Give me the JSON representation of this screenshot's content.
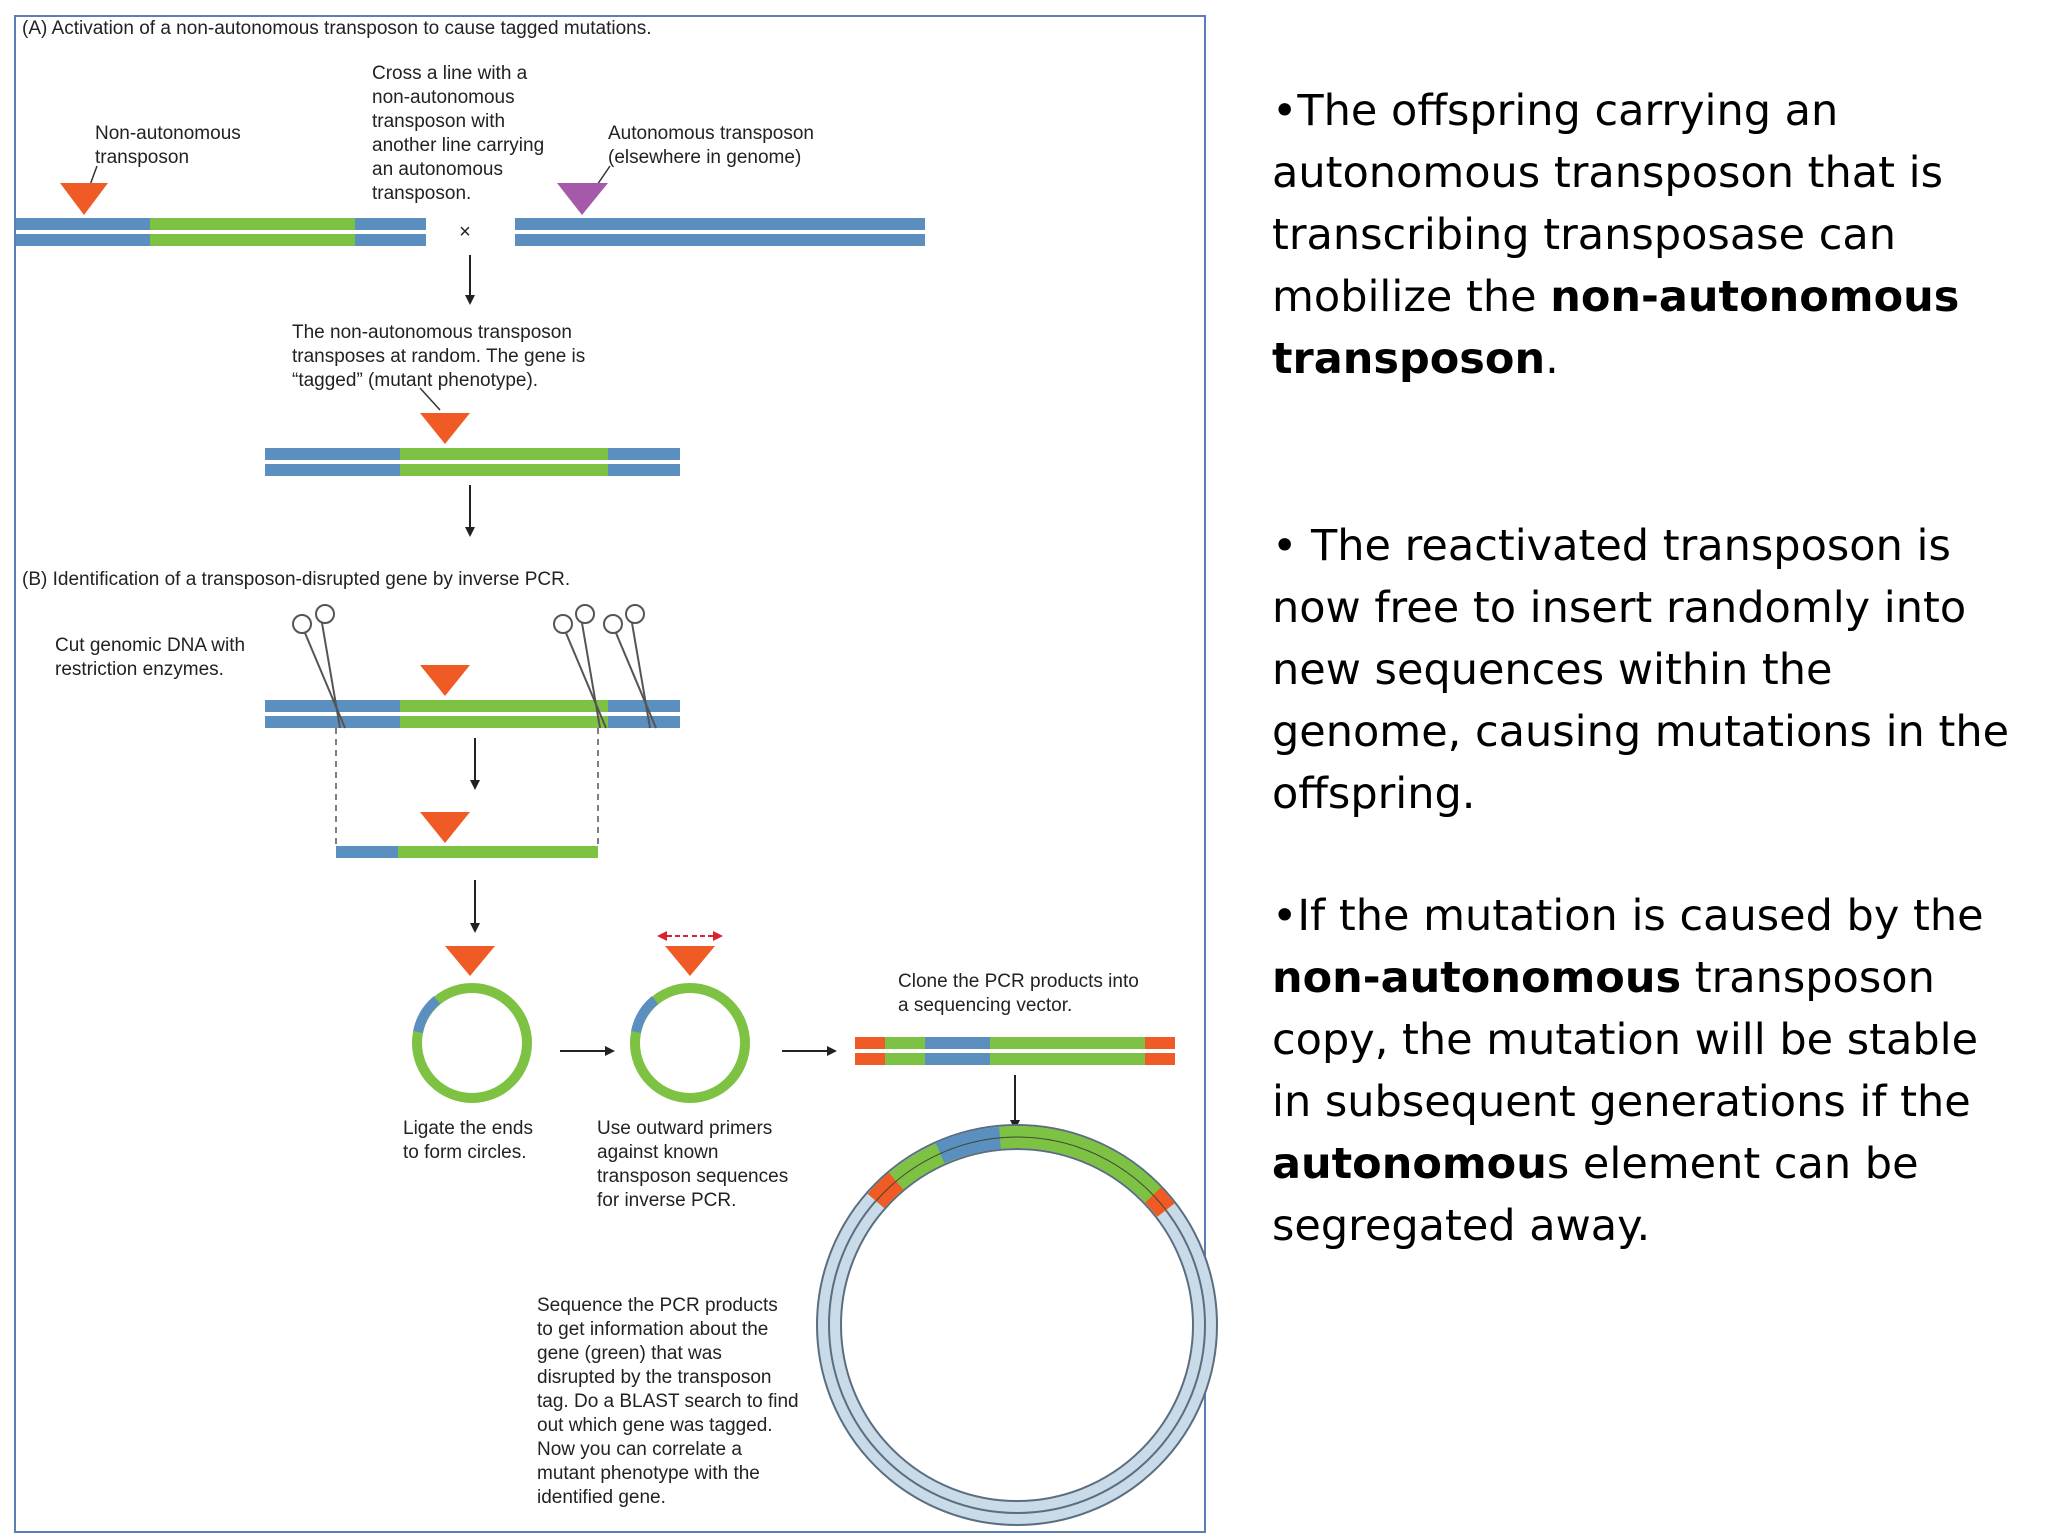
{
  "panel_a": {
    "title": "(A)  Activation of a non-autonomous transposon to cause tagged mutations.",
    "non_auto_label": [
      "Non-autonomous",
      "transposon"
    ],
    "cross_label": [
      "Cross a line with a",
      "non-autonomous",
      "transposon with",
      "another line carrying",
      "an autonomous",
      "transposon."
    ],
    "auto_label": [
      "Autonomous transposon",
      "(elsewhere in genome)"
    ],
    "cross_symbol": "×",
    "transposes_label": [
      "The non-autonomous transposon",
      "transposes at random. The gene is",
      "“tagged” (mutant phenotype)."
    ]
  },
  "panel_b": {
    "title": "(B)  Identification of a transposon-disrupted gene by inverse PCR.",
    "cut_label": [
      "Cut genomic DNA with",
      "restriction enzymes."
    ],
    "ligate_label": [
      "Ligate the ends",
      "to form circles."
    ],
    "primers_label": [
      "Use outward primers",
      "against known",
      "transposon sequences",
      "for inverse PCR."
    ],
    "clone_label": [
      "Clone the PCR products into",
      "a sequencing vector."
    ],
    "sequence_label": [
      "Sequence the PCR products",
      "to get information about the",
      "gene (green) that was",
      "disrupted by the transposon",
      "tag. Do a BLAST search to find",
      "out which gene was tagged.",
      "Now you can correlate a",
      "mutant phenotype with the",
      "identified gene."
    ]
  },
  "colors": {
    "dna_blue": "#5b8fc0",
    "gene_green": "#7dc242",
    "transposon_orange": "#f05a24",
    "autonomous_purple": "#a45aa8",
    "vector_light": "#c9dbe8",
    "primer_red": "#d9232e",
    "frame": "#5b7fb5"
  },
  "bullets": {
    "b1": {
      "before": "•The offspring carrying an autonomous transposon that is transcribing transposase can mobilize the ",
      "bold": "non-autonomous transposon",
      "after": "."
    },
    "b2": {
      "text": "• The reactivated transposon is now free to insert randomly into new sequences within the genome, causing mutations in the offspring."
    },
    "b3": {
      "before": "•If the mutation is caused by the ",
      "bold1": "non-autonomous",
      "middle": " transposon copy, the mutation will be stable in subsequent generations if the ",
      "bold2": "autonomou",
      "after": "s element can be segregated away."
    }
  }
}
